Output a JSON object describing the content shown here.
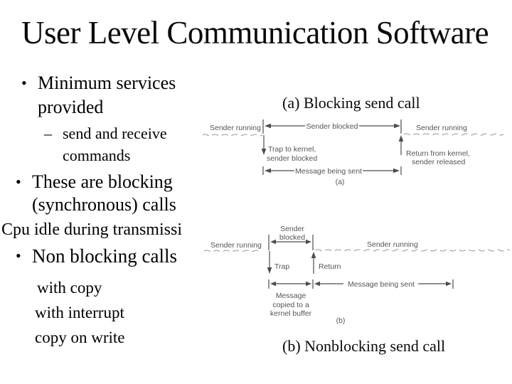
{
  "title": "User Level Communication Software",
  "bullets": [
    {
      "marker": "•",
      "lines": [
        "Minimum services",
        "provided"
      ]
    },
    {
      "marker": "–",
      "lines": [
        "send and receive",
        "commands"
      ]
    },
    {
      "marker": "•",
      "lines": [
        "These are blocking",
        "(synchronous) calls"
      ]
    },
    {
      "marker": "",
      "lines": [
        "Cpu idle during transmissi"
      ]
    },
    {
      "marker": "•",
      "lines": [
        "Non blocking calls"
      ]
    },
    {
      "marker": "",
      "lines": [
        "with copy"
      ]
    },
    {
      "marker": "",
      "lines": [
        "with interrupt"
      ]
    },
    {
      "marker": "",
      "lines": [
        "copy on write"
      ]
    }
  ],
  "figure": {
    "caption_a": "(a) Blocking send call",
    "caption_b": "(b) Nonblocking send call",
    "diagram_a": {
      "sender_running_left": "Sender running",
      "sender_blocked": "Sender blocked",
      "sender_running_right": "Sender running",
      "trap_label_1": "Trap to kernel,",
      "trap_label_2": "sender blocked",
      "return_label_1": "Return from kernel,",
      "return_label_2": "sender released",
      "message_label": "Message being sent",
      "sublabel": "(a)"
    },
    "diagram_b": {
      "blocked_label_1": "Sender",
      "blocked_label_2": "blocked",
      "sender_running_left": "Sender running",
      "sender_running_right": "Sender running",
      "trap_label": "Trap",
      "return_label": "Return",
      "message_label": "Message being sent",
      "copied_label_1": "Message",
      "copied_label_2": "copied to a",
      "copied_label_3": "kernel buffer",
      "sublabel": "(b)"
    }
  },
  "colors": {
    "background": "#ffffff",
    "body_text": "#000000",
    "diagram_line": "#4d4d4d",
    "diagram_text": "#555555",
    "wavy_line": "#9a9a9a"
  }
}
